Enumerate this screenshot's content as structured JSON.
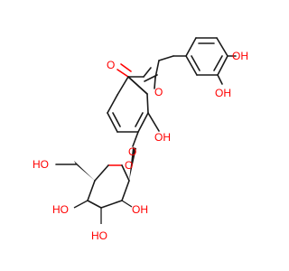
{
  "colors": {
    "bond": "#1a1a1a",
    "heteroatom": "#ff0000"
  },
  "atom_labels": {
    "ketone_o": "O",
    "furan_o": "O",
    "c7_oh": "OH",
    "catechol_oh_top": "OH",
    "catechol_oh_bottom": "OH",
    "glycosidic_o": "O",
    "ring_o": "O",
    "ch2oh": "HO",
    "c4_oh": "HO",
    "c3_oh": "HO",
    "c2_oh": "OH"
  }
}
